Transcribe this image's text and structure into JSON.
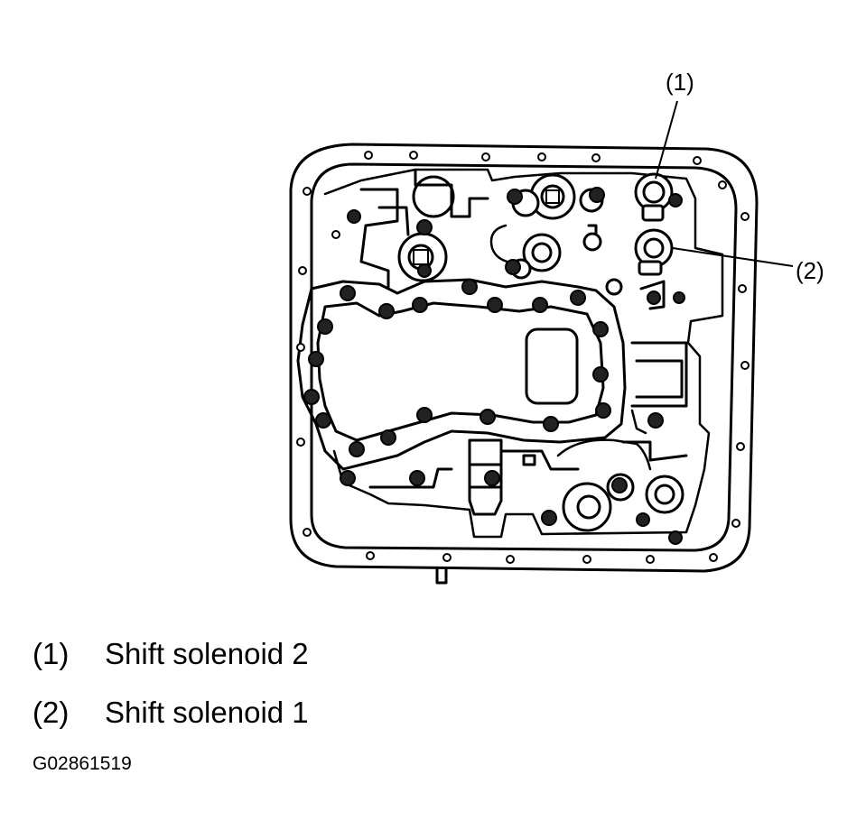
{
  "callouts": [
    {
      "label": "(1)"
    },
    {
      "label": "(2)"
    }
  ],
  "legend": [
    {
      "num": "(1)",
      "text": "Shift solenoid 2"
    },
    {
      "num": "(2)",
      "text": "Shift solenoid 1"
    }
  ],
  "figure_id": "G02861519"
}
